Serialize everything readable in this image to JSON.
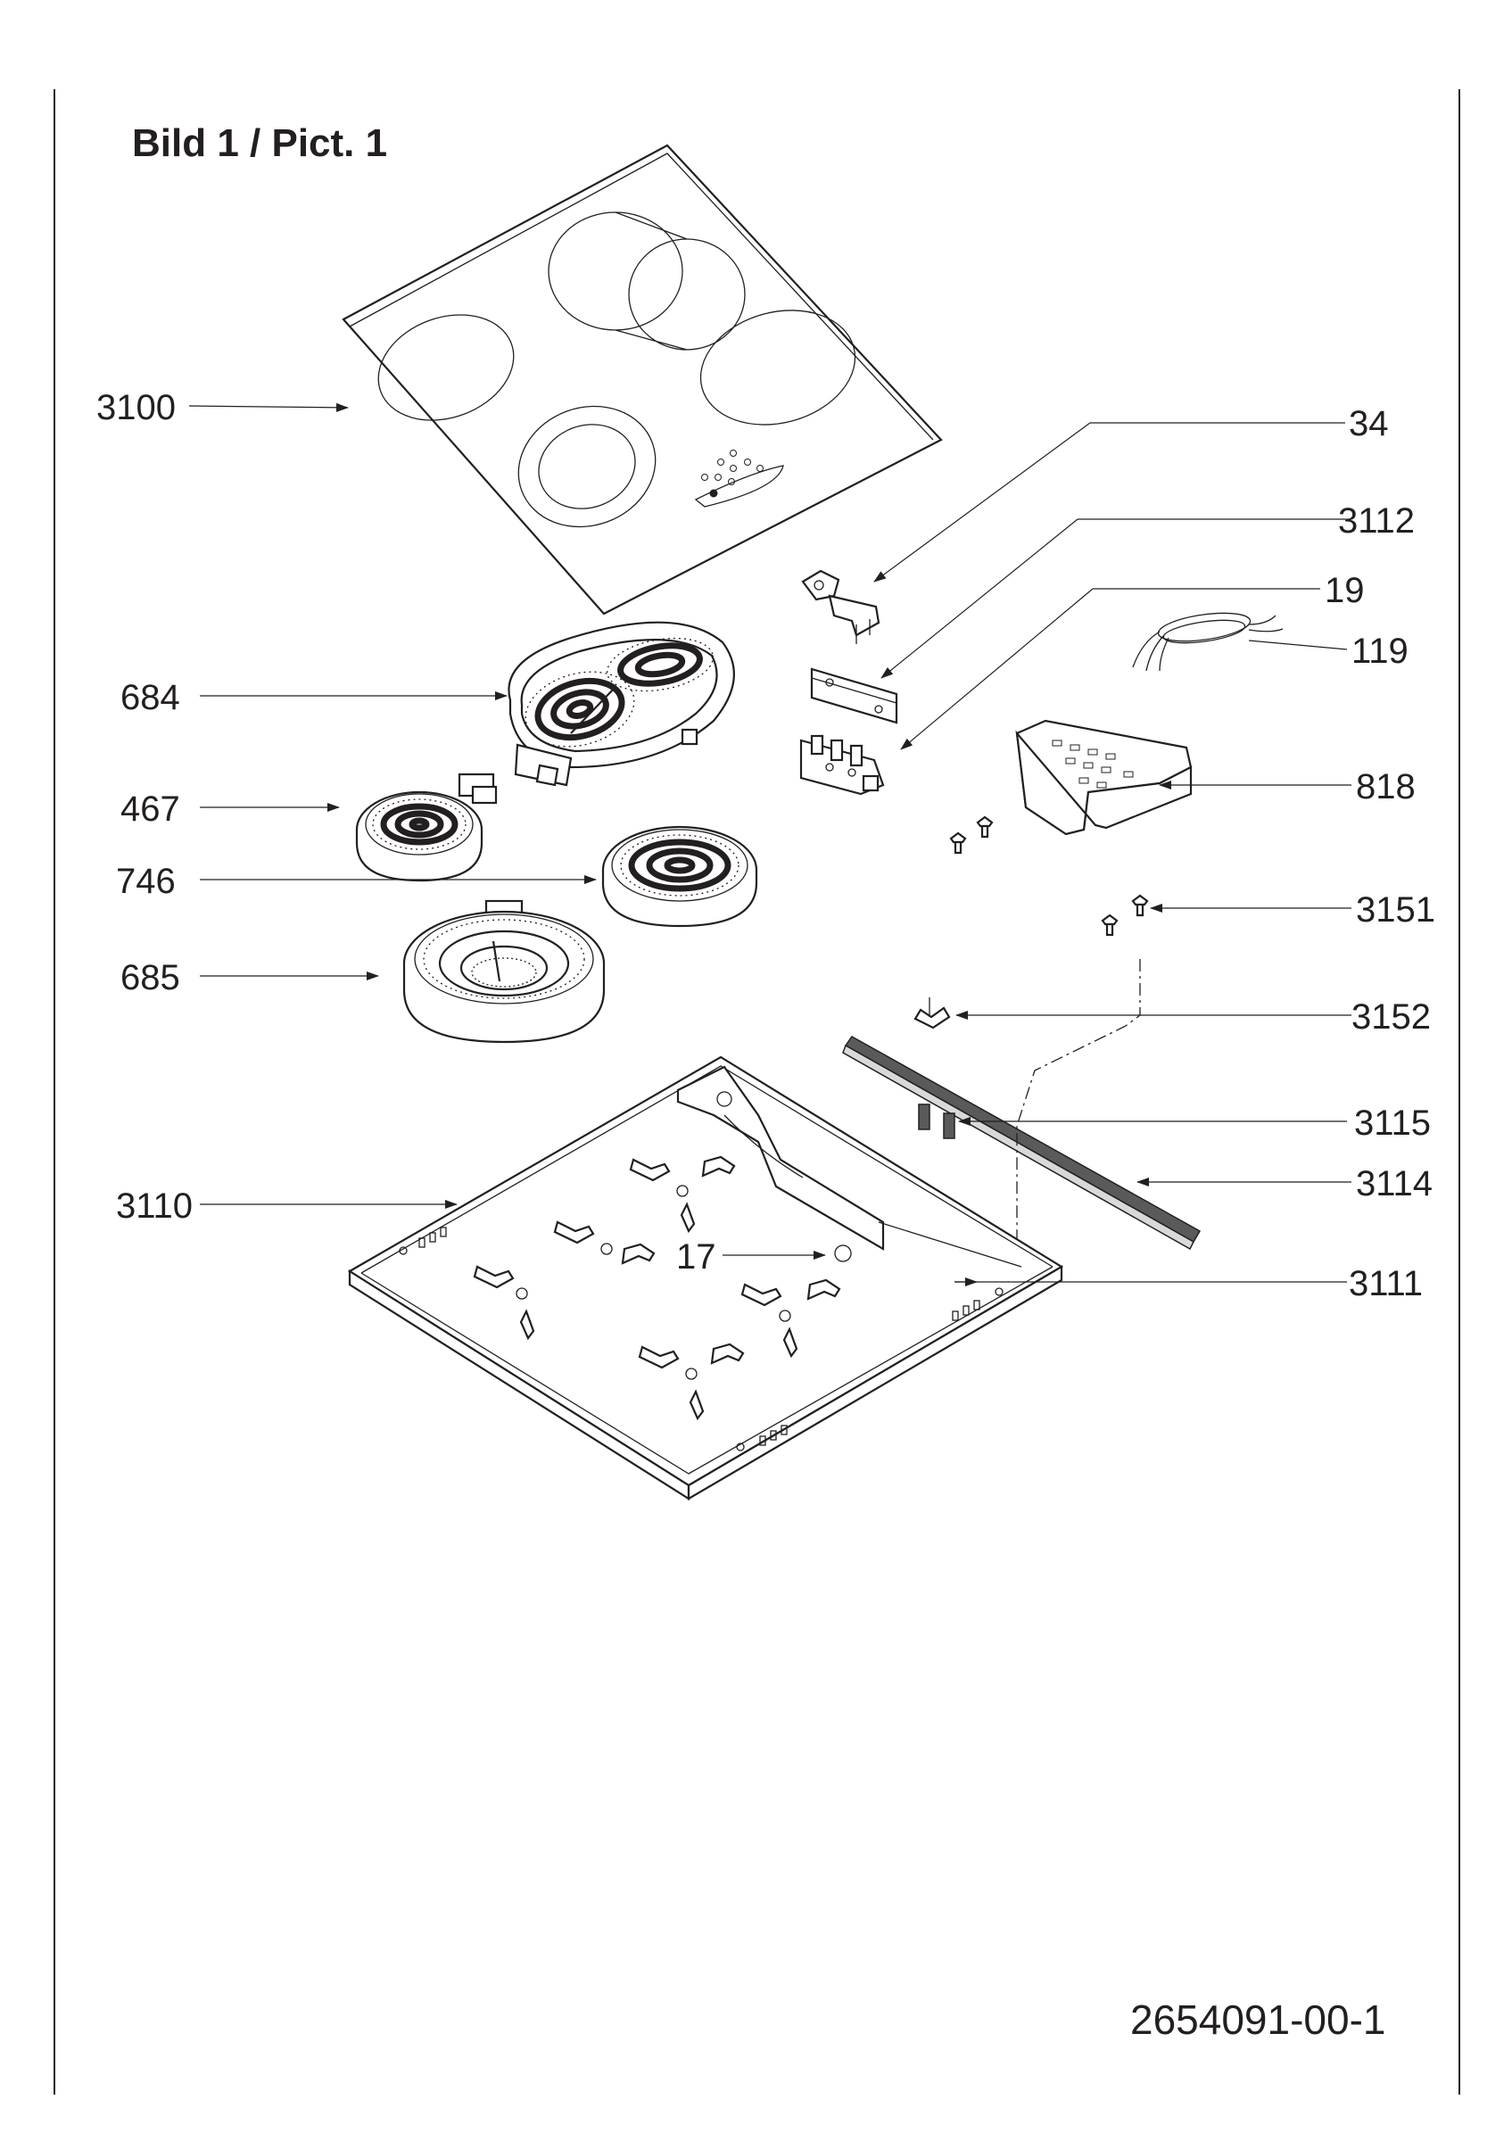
{
  "title": "Bild 1 / Pict. 1",
  "document_number": "2654091-00-1",
  "callouts": [
    {
      "id": "3100"
    },
    {
      "id": "34"
    },
    {
      "id": "3112"
    },
    {
      "id": "19"
    },
    {
      "id": "119"
    },
    {
      "id": "684"
    },
    {
      "id": "818"
    },
    {
      "id": "467"
    },
    {
      "id": "746"
    },
    {
      "id": "3151"
    },
    {
      "id": "685"
    },
    {
      "id": "3152"
    },
    {
      "id": "3115"
    },
    {
      "id": "3114"
    },
    {
      "id": "3110"
    },
    {
      "id": "17"
    },
    {
      "id": "3111"
    }
  ]
}
